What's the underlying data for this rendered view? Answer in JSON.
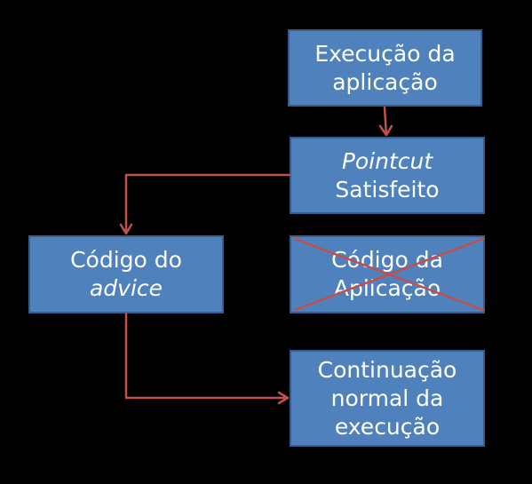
{
  "boxes": {
    "execucao": {
      "line1": "Execução da",
      "line2": "aplicação"
    },
    "pointcut": {
      "line1": "Pointcut",
      "line2": "Satisfeito"
    },
    "advice": {
      "line1": "Código do",
      "line2": "advice"
    },
    "codigo_aplicacao": {
      "line1": "Código da",
      "line2": "Aplicação",
      "crossed_out": true
    },
    "continuacao": {
      "line1": "Continuação",
      "line2": "normal da",
      "line3": "execução"
    }
  },
  "colors": {
    "background": "#000000",
    "box_fill": "#4f81bd",
    "box_border": "#385d8a",
    "connector": "#c0504d",
    "text": "#ffffff"
  }
}
